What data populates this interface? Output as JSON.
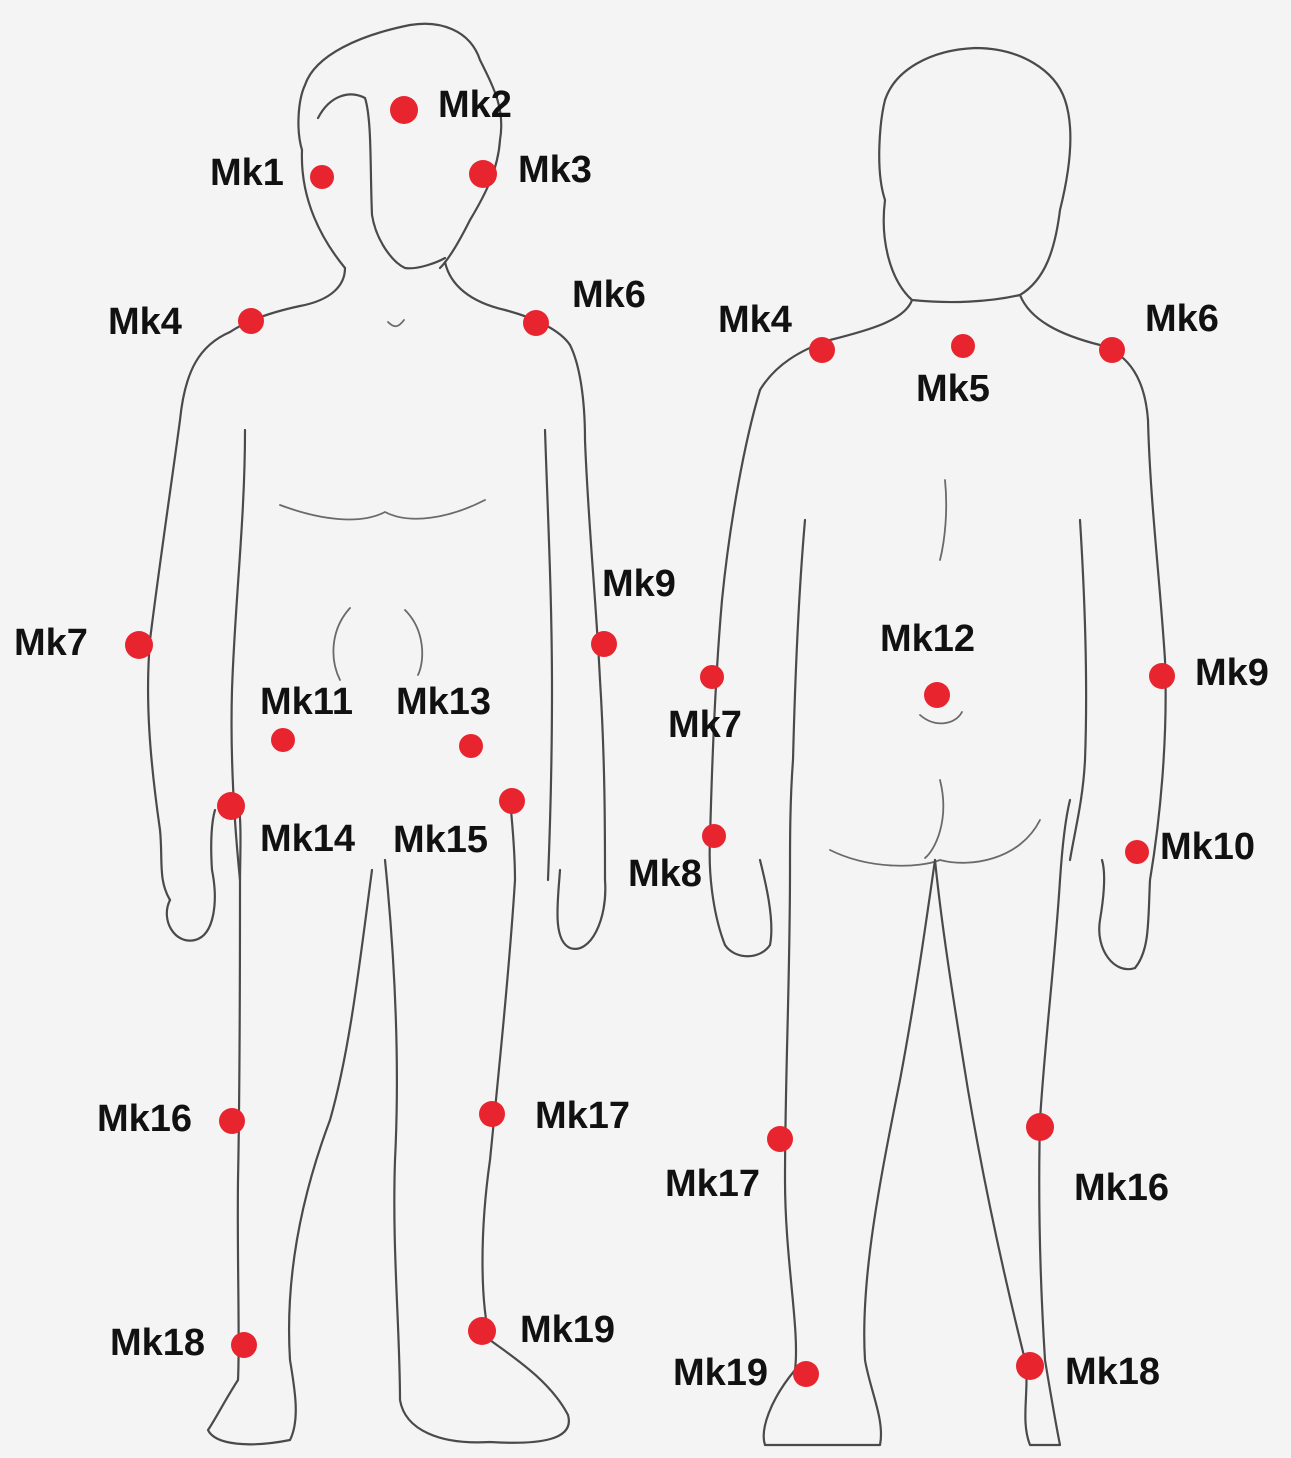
{
  "marker_color": "#e8242f",
  "outline_color": "#4a4a4a",
  "background": "#f4f4f4",
  "front_markers": [
    {
      "id": "Mk1",
      "label": "Mk1"
    },
    {
      "id": "Mk2",
      "label": "Mk2"
    },
    {
      "id": "Mk3",
      "label": "Mk3"
    },
    {
      "id": "Mk4",
      "label": "Mk4"
    },
    {
      "id": "Mk6",
      "label": "Mk6"
    },
    {
      "id": "Mk7",
      "label": "Mk7"
    },
    {
      "id": "Mk9",
      "label": "Mk9"
    },
    {
      "id": "Mk11",
      "label": "Mk11"
    },
    {
      "id": "Mk13",
      "label": "Mk13"
    },
    {
      "id": "Mk14",
      "label": "Mk14"
    },
    {
      "id": "Mk15",
      "label": "Mk15"
    },
    {
      "id": "Mk16",
      "label": "Mk16"
    },
    {
      "id": "Mk17",
      "label": "Mk17"
    },
    {
      "id": "Mk18",
      "label": "Mk18"
    },
    {
      "id": "Mk19",
      "label": "Mk19"
    }
  ],
  "back_markers": [
    {
      "id": "Mk4",
      "label": "Mk4"
    },
    {
      "id": "Mk5",
      "label": "Mk5"
    },
    {
      "id": "Mk6",
      "label": "Mk6"
    },
    {
      "id": "Mk7",
      "label": "Mk7"
    },
    {
      "id": "Mk8",
      "label": "Mk8"
    },
    {
      "id": "Mk9",
      "label": "Mk9"
    },
    {
      "id": "Mk10",
      "label": "Mk10"
    },
    {
      "id": "Mk12",
      "label": "Mk12"
    },
    {
      "id": "Mk16",
      "label": "Mk16"
    },
    {
      "id": "Mk17",
      "label": "Mk17"
    },
    {
      "id": "Mk18",
      "label": "Mk18"
    },
    {
      "id": "Mk19",
      "label": "Mk19"
    }
  ]
}
